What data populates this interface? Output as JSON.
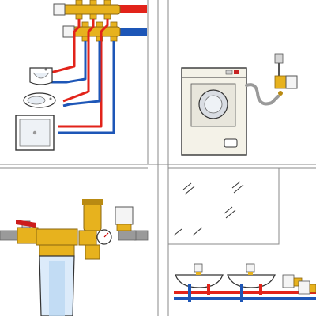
{
  "figure": {
    "panels": [
      {
        "id": "manifold-distribution",
        "depicts": [
          "hot-water-manifold",
          "cold-water-manifold",
          "washbasin",
          "bidet",
          "shower-tray"
        ]
      },
      {
        "id": "washing-machine-connection",
        "depicts": [
          "washing-machine",
          "flexible-hose",
          "angle-valve"
        ]
      },
      {
        "id": "filter-and-pressure-reducer",
        "depicts": [
          "water-filter",
          "pressure-reducer",
          "pressure-gauge",
          "ball-valve"
        ]
      },
      {
        "id": "washbasin-row",
        "depicts": [
          "mirror",
          "washbasin-left",
          "washbasin-right",
          "supply-pipes"
        ]
      }
    ]
  },
  "colors": {
    "hot_pipe": "#e2231a",
    "cold_pipe": "#1d56b7",
    "brass": "#e7b21e",
    "brass_dark": "#b98a12",
    "grey_pipe": "#9a9a9a",
    "appliance_fill": "#f4f2e8",
    "glass": "#dfe9f6",
    "frame_line": "#888888"
  }
}
